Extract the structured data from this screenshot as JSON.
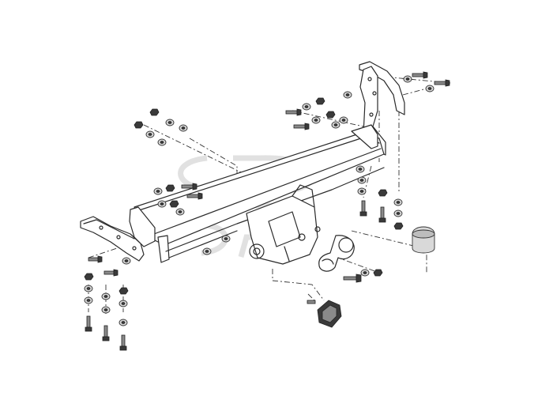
{
  "diagram": {
    "watermark": "SP",
    "colors": {
      "line": "#2a2a2a",
      "background": "#ffffff",
      "watermark": "#c8c8c8"
    },
    "parts": {
      "main_beam": "crossbar",
      "left_bracket": "side-bracket",
      "right_bracket": "side-bracket",
      "towball": "ball-neck",
      "ball_cover": "cap",
      "socket": "electrical-socket"
    }
  }
}
